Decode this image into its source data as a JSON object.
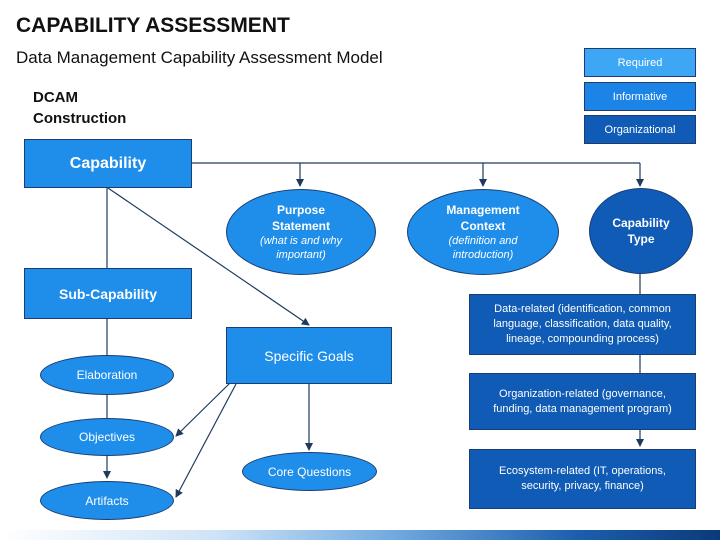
{
  "header": {
    "title": "CAPABILITY ASSESSMENT",
    "subtitle": "Data Management Capability Assessment Model",
    "section_line1": "DCAM",
    "section_line2": "Construction"
  },
  "legend": {
    "required": "Required",
    "informative": "Informative",
    "organizational": "Organizational"
  },
  "nodes": {
    "capability": "Capability",
    "sub_capability": "Sub-Capability",
    "specific_goals": "Specific Goals",
    "elaboration": "Elaboration",
    "objectives": "Objectives",
    "artifacts": "Artifacts",
    "core_questions": "Core Questions",
    "purpose_statement": {
      "title_1": "Purpose",
      "title_2": "Statement",
      "note_1": "(what is and why",
      "note_2": "important)"
    },
    "management_context": {
      "title_1": "Management",
      "title_2": "Context",
      "note_1": "(definition and",
      "note_2": "introduction)"
    },
    "capability_type": {
      "title_1": "Capability",
      "title_2": "Type"
    },
    "data_related": "Data-related (identification, common language, classification, data quality, lineage, compounding process)",
    "organization_related": "Organization-related (governance, funding, data management program)",
    "ecosystem_related": "Ecosystem-related (IT, operations, security, privacy, finance)"
  },
  "colors": {
    "required": "#3da6f5",
    "informative": "#1c84e6",
    "organizational": "#0f5bb5",
    "connector": "#1f3a5f"
  }
}
